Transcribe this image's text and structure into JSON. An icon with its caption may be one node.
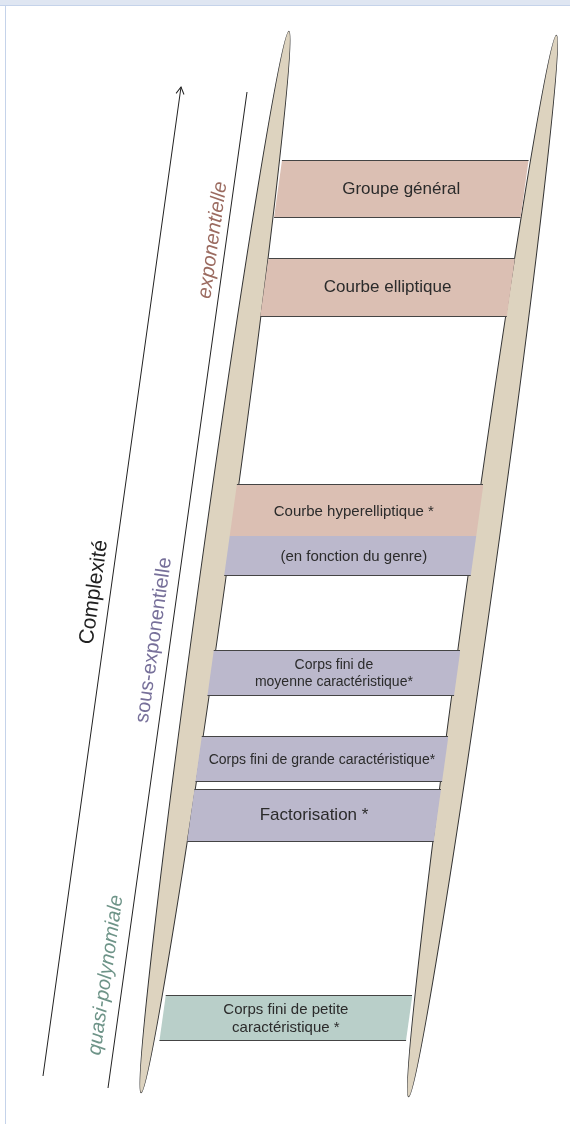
{
  "diagram": {
    "nodes": [
      {
        "text": [
          "Groupe général"
        ]
      },
      {
        "text": [
          "Courbe elliptique"
        ]
      },
      {
        "text": [
          "Courbe hyperelliptique *",
          "(en fonction du genre)"
        ]
      },
      {
        "text": [
          "Corps fini de moyenne caractéristique*"
        ]
      },
      {
        "text": [
          "Corps fini de grande caractéristique*"
        ]
      },
      {
        "text": [
          "Factorisation *"
        ]
      },
      {
        "text": [
          "Corps fini de petite caractéristique *"
        ]
      }
    ],
    "edges": [],
    "labels": [
      "exponentielle",
      "Complexité",
      "sous-exponentielle",
      "quasi-polynomiale"
    ]
  }
}
